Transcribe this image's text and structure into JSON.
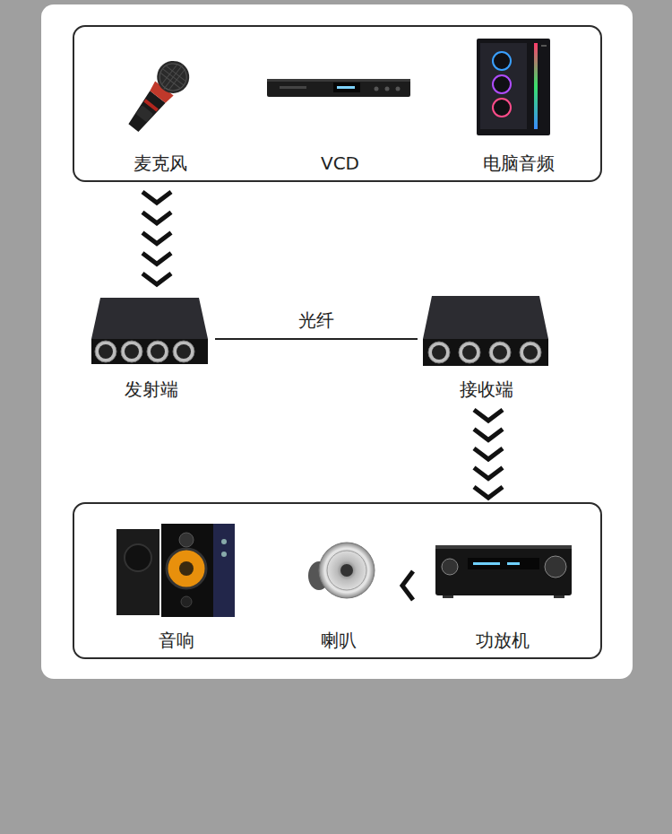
{
  "diagram": {
    "nodes": [
      {
        "text": []
      },
      {
        "text": [
          "麦克风"
        ],
        "in": 0
      },
      {
        "text": [
          "VCD"
        ],
        "in": 0
      },
      {
        "text": [
          "电脑音频"
        ],
        "in": 0
      },
      {
        "text": [
          "发射端"
        ]
      },
      {
        "text": [
          "接收端"
        ]
      },
      {
        "text": []
      },
      {
        "text": [
          "音响"
        ],
        "in": 6
      },
      {
        "text": [
          "喇叭"
        ],
        "in": 6
      },
      {
        "text": [
          "功放机"
        ],
        "in": 6
      }
    ],
    "edges": [
      {
        "from": 0,
        "to": 4,
        "arrow": "to"
      },
      {
        "from": 4,
        "to": 5,
        "label": "光纤",
        "arrow": "none"
      },
      {
        "from": 5,
        "to": 6,
        "arrow": "to"
      },
      {
        "from": 9,
        "to": 8,
        "arrow": "to"
      }
    ]
  }
}
